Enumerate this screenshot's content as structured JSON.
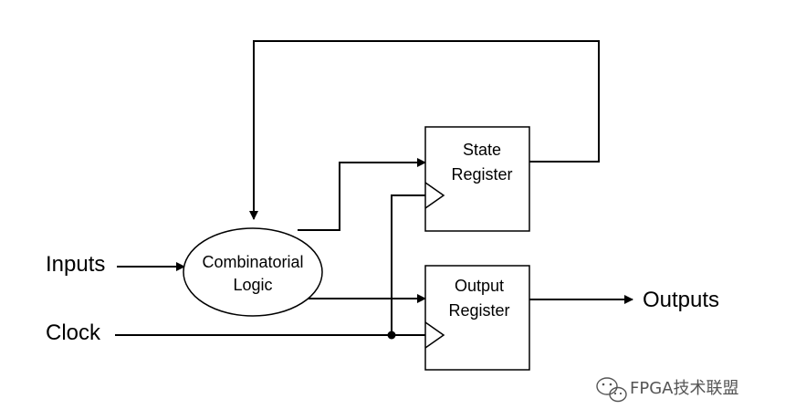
{
  "inputs_label": "Inputs",
  "clock_label": "Clock",
  "outputs_label": "Outputs",
  "logic": {
    "line1": "Combinatorial",
    "line2": "Logic"
  },
  "state_register": {
    "line1": "State",
    "line2": "Register"
  },
  "output_register": {
    "line1": "Output",
    "line2": "Register"
  },
  "watermark": {
    "text": "FPGA技术联盟",
    "icon": "wechat-icon"
  },
  "colors": {
    "stroke": "#000000",
    "background": "#ffffff",
    "watermark": "#555555"
  }
}
